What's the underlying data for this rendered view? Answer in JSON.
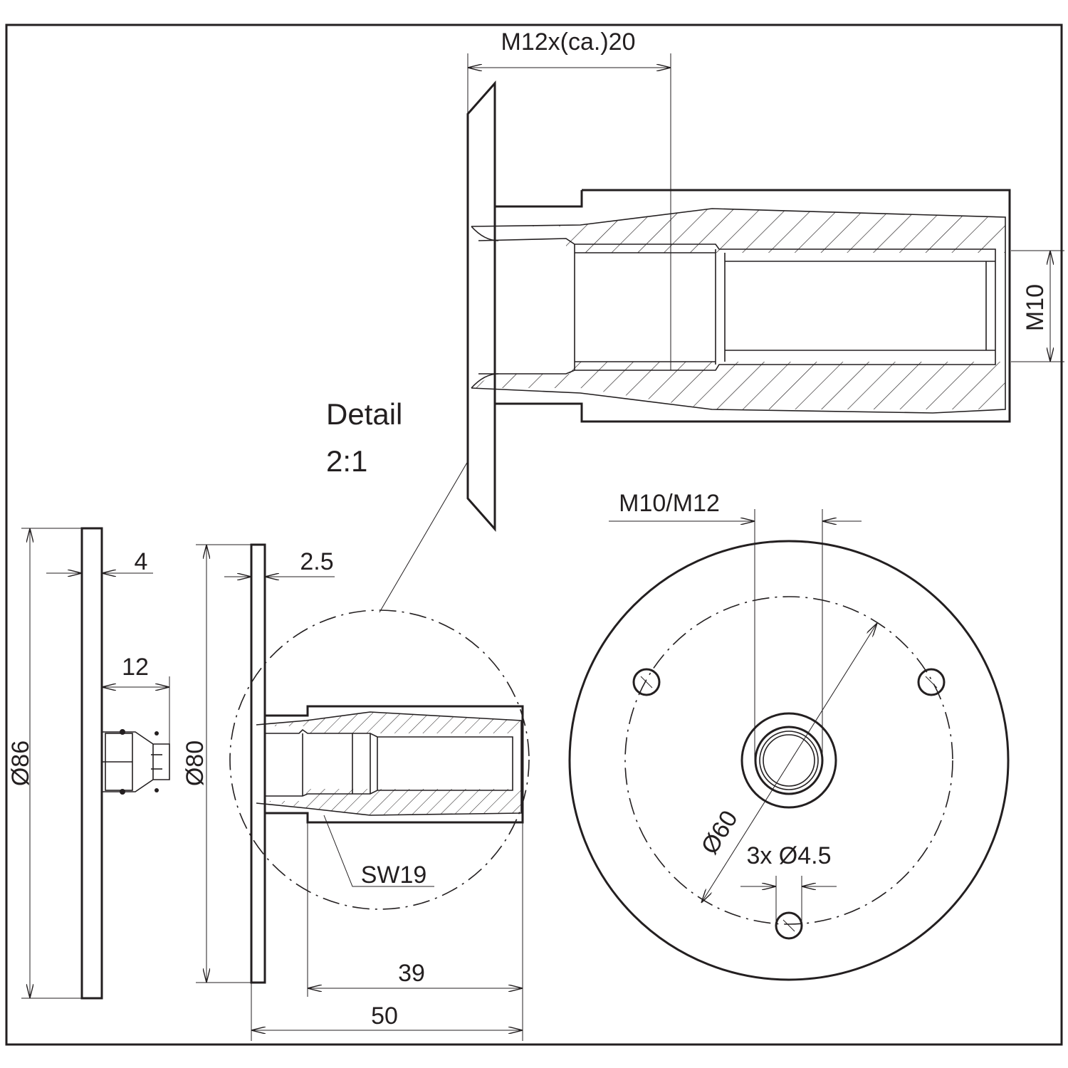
{
  "detail": {
    "label": "Detail",
    "scale": "2:1"
  },
  "dimensions": {
    "thread_depth": "M12x(ca.)20",
    "inner_thread": "M10",
    "plate_diameter": "Ø86",
    "plate_thickness": "4",
    "adapter_length": "12",
    "flange_diameter": "Ø80",
    "flange_thickness": "2.5",
    "wrench_size": "SW19",
    "body_length": "39",
    "overall_length": "50",
    "thread_options": "M10/M12",
    "bolt_circle": "Ø60",
    "holes": "3x Ø4.5"
  }
}
